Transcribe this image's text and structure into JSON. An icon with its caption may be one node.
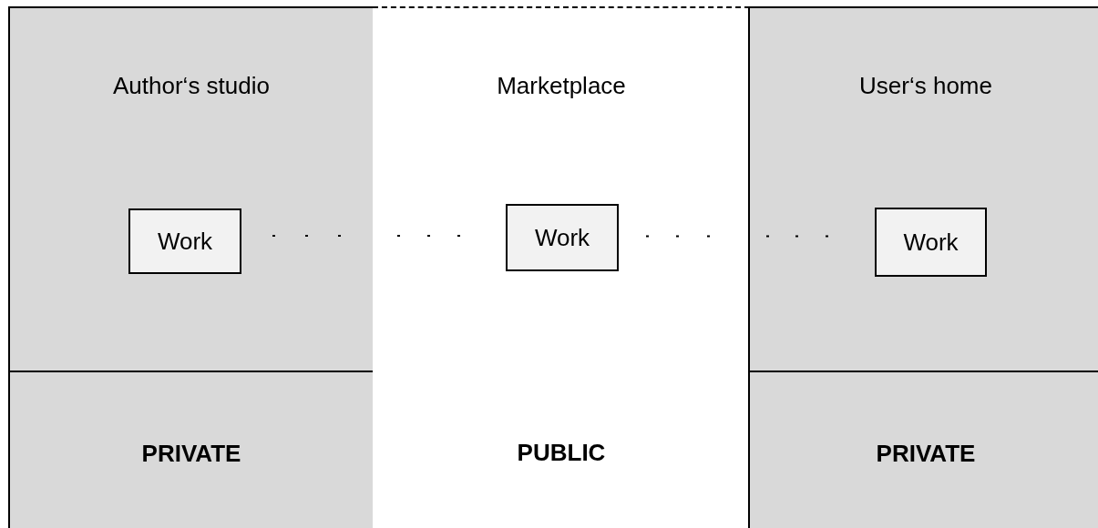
{
  "diagram": {
    "nodes": [
      {
        "text": [
          "Author‘s studio"
        ]
      },
      {
        "text": [
          "Work"
        ],
        "in": 0
      },
      {
        "text": [
          "Marketplace"
        ]
      },
      {
        "text": [
          "Work"
        ],
        "in": 2
      },
      {
        "text": [
          "User‘s home"
        ]
      },
      {
        "text": [
          "Work"
        ],
        "in": 4
      },
      {
        "text": [
          "PRIVATE"
        ]
      },
      {
        "text": [
          "PUBLIC"
        ]
      },
      {
        "text": [
          "PRIVATE"
        ]
      }
    ],
    "edges": [
      {
        "from": 1,
        "to": 3,
        "arrow": "none",
        "style": "dashed"
      },
      {
        "from": 3,
        "to": 5,
        "arrow": "none",
        "style": "dashed"
      }
    ]
  }
}
